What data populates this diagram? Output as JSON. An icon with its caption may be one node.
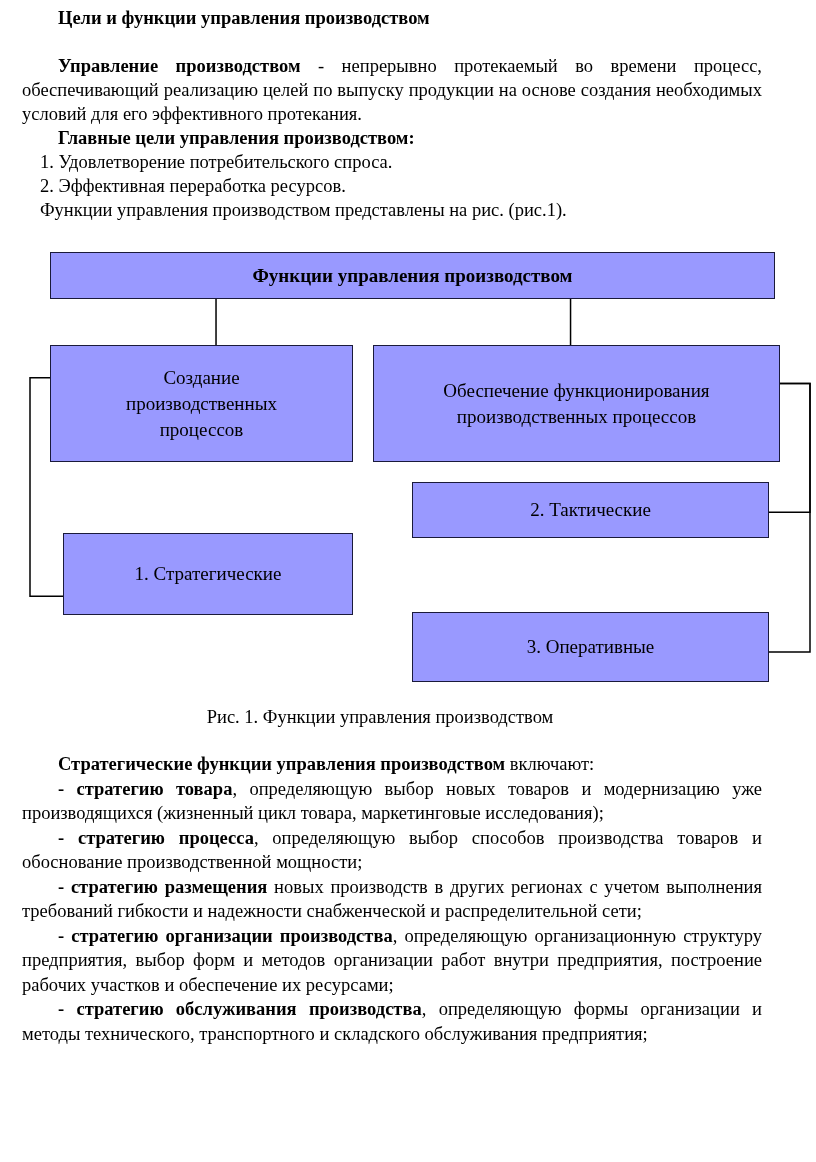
{
  "diagram": {
    "title": "Цели и функции управления производством",
    "caption": "Рис. 1. Функции управления производством",
    "nodes": [
      {
        "text": [
          "Функции управления производством"
        ]
      },
      {
        "text": [
          "Создание производственных процессов"
        ]
      },
      {
        "text": [
          "Обеспечение функционирования производственных процессов"
        ]
      },
      {
        "text": [
          "2. Тактические"
        ]
      },
      {
        "text": [
          "1. Стратегические"
        ]
      },
      {
        "text": [
          "3. Оперативные"
        ]
      }
    ],
    "edges": [
      {
        "from": 0,
        "to": 1,
        "arrow": "none"
      },
      {
        "from": 0,
        "to": 2,
        "arrow": "none"
      },
      {
        "from": 1,
        "to": 4,
        "arrow": "none"
      },
      {
        "from": 2,
        "to": 3,
        "arrow": "none"
      },
      {
        "from": 2,
        "to": 5,
        "arrow": "none"
      }
    ],
    "labels": [
      "**Управление производством** - непрерывно протекаемый во времени процесс, обеспечивающий реализацию целей по выпуску продукции на основе создания необходимых условий для его эффективного протекания.",
      "Главные цели управления производством:",
      "1. Удовлетворение потребительского спроса.",
      "2. Эффективная переработка ресурсов.",
      "Функции управления производством представлены на рис. (рис.1).",
      "**Стратегические функции управления производством** включают:",
      "**- стратегию товара**, определяющую выбор новых товаров и модернизацию уже производящихся (жизненный цикл товара, маркетинговые исследования);",
      "**- стратегию процесса**, определяющую выбор способов производства товаров и обоснование производственной мощности;",
      "**- стратегию размещения** новых производств в других регионах с учетом выполнения требований гибкости и надежности снабженческой и распределительной сети;",
      "**- стратегию организации производства**, определяющую организационную структуру предприятия, выбор форм и методов организации работ внутри предприятия, построение рабочих участков и обеспечение их ресурсами;",
      "**- стратегию обслуживания производства**, определяющую формы организации и методы технического, транспортного и складского обслуживания предприятия;"
    ]
  }
}
